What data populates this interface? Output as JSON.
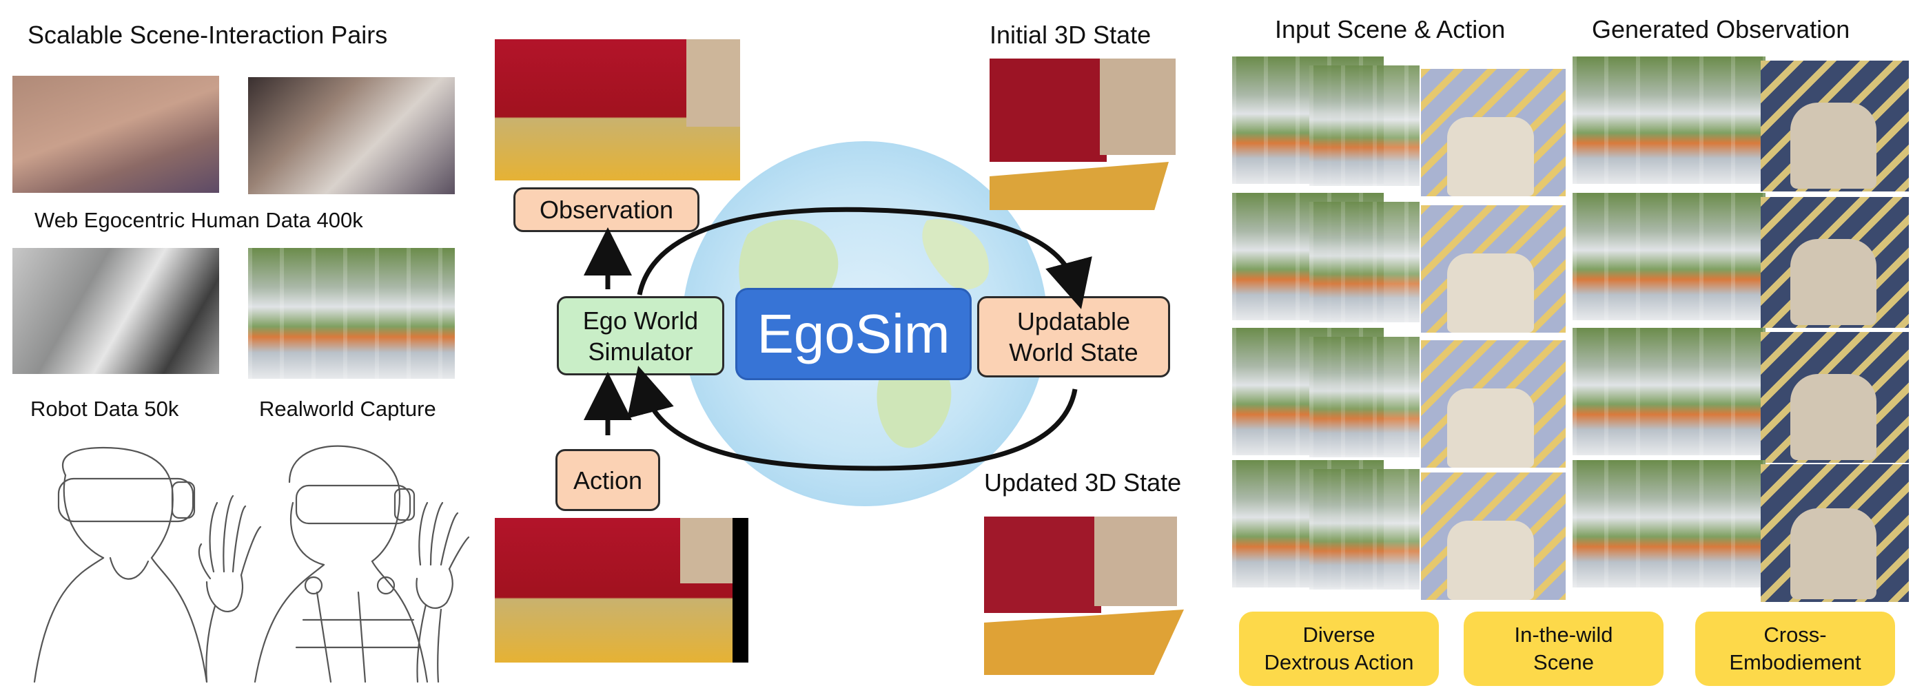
{
  "left": {
    "title": "Scalable Scene-Interaction Pairs",
    "web_label": "Web Egocentric Human Data 400k",
    "robot_label": "Robot Data 50k",
    "capture_label": "Realworld Capture"
  },
  "center": {
    "observation": "Observation",
    "ego_world_simulator": "Ego World\nSimulator",
    "egosim": "EgoSim",
    "updatable_state": "Updatable\nWorld State",
    "action": "Action"
  },
  "states": {
    "initial": "Initial 3D State",
    "updated": "Updated 3D State"
  },
  "right": {
    "input_title": "Input Scene & Action",
    "generated_title": "Generated Observation",
    "tags": [
      "Diverse\nDextrous Action",
      "In-the-wild\nScene",
      "Cross-\nEmbodiement"
    ]
  },
  "colors": {
    "peach": "#fbd2b4",
    "green": "#c9eec7",
    "egosim_blue": "#3774d6",
    "tag_yellow": "#fdd94a"
  }
}
